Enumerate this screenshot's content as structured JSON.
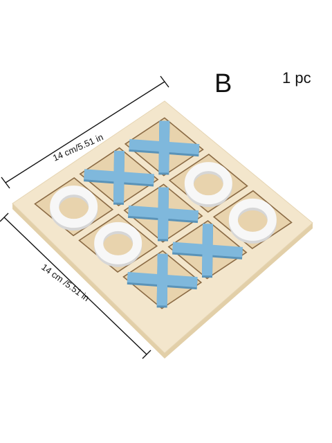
{
  "product": {
    "variant": "B",
    "quantity": "1 pc"
  },
  "dimensions": {
    "top_edge": "14 cm/5.51 in",
    "left_edge": "14 cm /5.51 in"
  },
  "board": {
    "frame_color": "#f3e6cc",
    "frame_edge_color": "#e2cfa8",
    "cell_color": "#e8d3ad",
    "groove_color": "#8a6a44",
    "cells": [
      "X",
      "O",
      "O",
      "X",
      "X",
      "X",
      "O",
      "O",
      "X"
    ]
  },
  "pieces": {
    "x_color": "#7fb8dc",
    "o_color": "#f7f7f7",
    "o_shadow": "#d6d6d6"
  }
}
